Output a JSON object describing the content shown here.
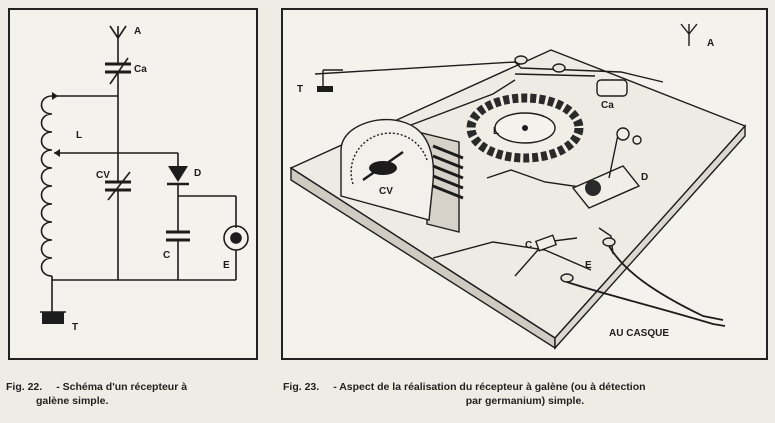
{
  "fig22": {
    "labels": {
      "antenna": "A",
      "ca": "Ca",
      "coil": "L",
      "cv": "CV",
      "diode": "D",
      "capacitor": "C",
      "earphone": "E",
      "ground": "T"
    },
    "caption": {
      "number": "Fig. 22.",
      "line1": "- Schéma d'un récepteur à",
      "line2": "galène simple."
    }
  },
  "fig23": {
    "labels": {
      "ground": "T",
      "antenna": "A",
      "ca": "Ca",
      "coil": "L",
      "cv": "CV",
      "diode": "D",
      "capacitor": "C",
      "earphone": "E",
      "headphone": "AU CASQUE"
    },
    "caption": {
      "number": "Fig. 23.",
      "line1": "- Aspect de la réalisation du récepteur à galène (ou à détection",
      "line2": "par germanium) simple."
    }
  }
}
